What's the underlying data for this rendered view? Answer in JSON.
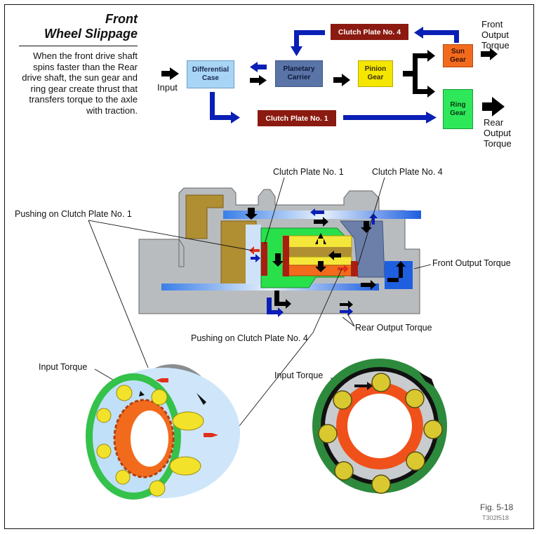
{
  "heading": {
    "title_line1": "Front",
    "title_line2": "Wheel Slippage",
    "description": "When the front drive shaft spins faster than the Rear drive shaft, the sun gear and ring gear create thrust that transfers torque to the axle with traction."
  },
  "flow_diagram": {
    "input_label": "Input",
    "boxes": {
      "differential_case": {
        "line1": "Differential",
        "line2": "Case",
        "color": "#a8d4f5"
      },
      "planetary_carrier": {
        "line1": "Planetary",
        "line2": "Carrier",
        "color": "#5a74a8"
      },
      "pinion_gear": {
        "line1": "Pinion",
        "line2": "Gear",
        "color": "#f5e600"
      },
      "sun_gear": {
        "line1": "Sun",
        "line2": "Gear",
        "color": "#f26b1d"
      },
      "ring_gear": {
        "line1": "Ring",
        "line2": "Gear",
        "color": "#2ee85a"
      },
      "clutch_plate_1": {
        "label": "Clutch Plate No. 1",
        "color": "#8b1a10"
      },
      "clutch_plate_4": {
        "label": "Clutch Plate No. 4",
        "color": "#8b1a10"
      }
    },
    "front_output": {
      "line1": "Front",
      "line2": "Output",
      "line3": "Torque"
    },
    "rear_output": {
      "line1": "Rear",
      "line2": "Output",
      "line3": "Torque"
    },
    "colors": {
      "arrow_black": "#000000",
      "arrow_blue": "#0a1fb5"
    }
  },
  "cross_section": {
    "labels": {
      "clutch_plate_1": "Clutch Plate No. 1",
      "clutch_plate_4": "Clutch Plate No. 4",
      "pushing_plate_1": "Pushing on Clutch Plate No. 1",
      "pushing_plate_4": "Pushing on Clutch Plate No. 4",
      "front_output_torque": "Front Output Torque",
      "rear_output_torque": "Rear Output Torque"
    }
  },
  "gear_views": {
    "left_input_torque": "Input Torque",
    "right_input_torque": "Input Torque"
  },
  "figure": {
    "number": "Fig. 5-18",
    "code": "T302f518"
  }
}
